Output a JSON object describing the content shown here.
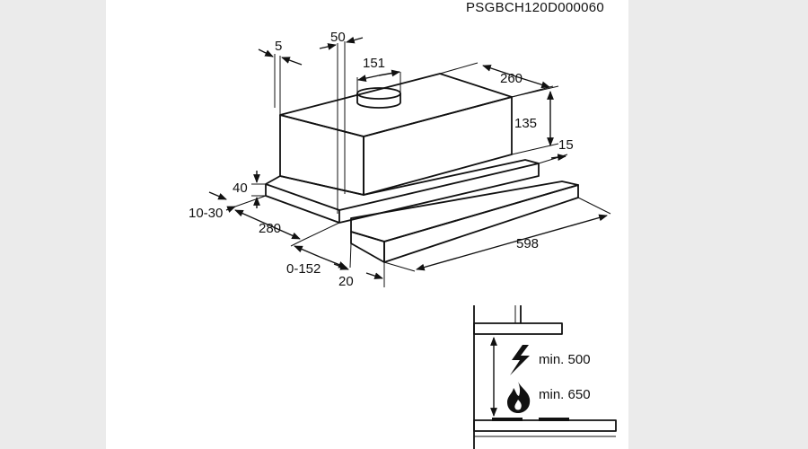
{
  "drawing": {
    "product_code": "PSGBCH120D000060",
    "dimensions": {
      "d5": "5",
      "d50": "50",
      "d151": "151",
      "d260": "260",
      "d135": "135",
      "d15": "15",
      "d40": "40",
      "d10_30": "10-30",
      "d280": "280",
      "d598": "598",
      "d0_152": "0-152",
      "d20": "20"
    },
    "clearance": {
      "electric_label": "min. 500",
      "gas_label": "min. 650",
      "electric_icon": "lightning-icon",
      "gas_icon": "flame-icon"
    }
  }
}
